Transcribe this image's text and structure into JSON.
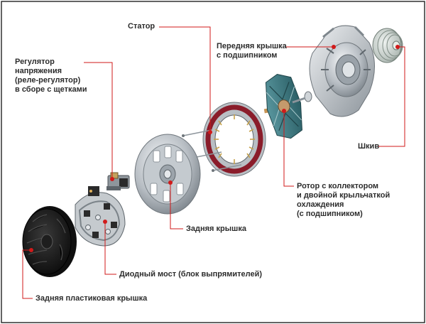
{
  "diagram": {
    "labels": {
      "stator": "Статор",
      "regulator": [
        "Регулятор",
        "напряжения",
        "(реле-регулятор)",
        "в сборе с щетками"
      ],
      "front_cover": [
        "Передняя крышка",
        "с подшипником"
      ],
      "pulley": "Шкив",
      "rotor": [
        "Ротор с коллектором",
        "и двойной крыльчаткой",
        "охлаждения",
        "(с подшипником)"
      ],
      "rear_cover": "Задняя крышка",
      "diode_bridge": "Диодный мост (блок выпрямителей)",
      "rear_plastic_cover": "Задняя пластиковая крышка"
    },
    "colors": {
      "leader_line": "#d11a1a",
      "marker": "#d11a1a",
      "text": "#2c2c2c",
      "metal": "#b8bec4",
      "stator_coil": "#8a1c2a",
      "rotor_core": "#2f6f78",
      "dark_plastic": "#1a1a1a"
    }
  }
}
